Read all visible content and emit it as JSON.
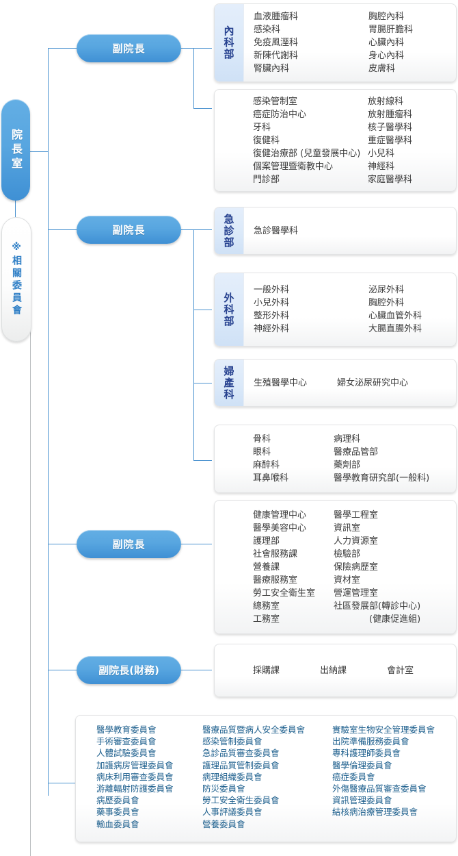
{
  "colors": {
    "pill_blue": "#58a6e0",
    "side_label_blue": "#dbe9f9",
    "side_label_text": "#26418f",
    "connector": "#4a92cf",
    "committee_text": "#1d5f8d",
    "body_text": "#3a3a3a"
  },
  "root": {
    "label": "院長室"
  },
  "committee_node": {
    "label": "※相關委員會"
  },
  "vps": [
    {
      "label": "副院長"
    },
    {
      "label": "副院長"
    },
    {
      "label": "副院長"
    },
    {
      "label": "副院長(財務)"
    }
  ],
  "groups": [
    {
      "side_label": "內科部",
      "columns": [
        [
          "血液腫瘤科",
          "感染科",
          "免疫風溼科",
          "新陳代謝科",
          "腎臟內科"
        ],
        [
          "胸腔內科",
          "胃腸肝膽科",
          "心臟內科",
          "身心內科",
          "皮膚科"
        ]
      ]
    },
    {
      "side_label": "",
      "columns": [
        [
          "感染管制室",
          "癌症防治中心",
          "牙科",
          "復健科",
          "復健治療部 (兒童發展中心)",
          "個案管理暨衛教中心",
          "門診部"
        ],
        [
          "放射線科",
          "放射腫瘤科",
          "核子醫學科",
          "重症醫學科",
          "小兒科",
          "神經科",
          "家庭醫學科"
        ]
      ]
    },
    {
      "side_label": "急診部",
      "columns": [
        [
          "急診醫學科"
        ]
      ]
    },
    {
      "side_label": "外科部",
      "columns": [
        [
          "一般外科",
          "小兒外科",
          "整形外科",
          "神經外科"
        ],
        [
          "泌尿外科",
          "胸腔外科",
          "心臟血管外科",
          "大腸直腸外科"
        ]
      ]
    },
    {
      "side_label": "婦產科",
      "columns": [
        [
          "生殖醫學中心"
        ],
        [
          "婦女泌尿研究中心"
        ]
      ]
    },
    {
      "side_label": "",
      "columns": [
        [
          "骨科",
          "眼科",
          "麻醉科",
          "耳鼻喉科"
        ],
        [
          "病理科",
          "醫療品管部",
          "藥劑部",
          "醫學教育研究部(一般科)"
        ]
      ]
    },
    {
      "side_label": "",
      "columns": [
        [
          "健康管理中心",
          "醫學美容中心",
          "護理部",
          "社會服務課",
          "營養課",
          "醫療服務室",
          "勞工安全衛生室",
          "總務室",
          "工務室"
        ],
        [
          "醫學工程室",
          "資訊室",
          "人力資源室",
          "檢驗部",
          "保險病歷室",
          "資材室",
          "營運管理室",
          "社區發展部(轉診中心)",
          "　　　　(健康促進組)"
        ]
      ]
    },
    {
      "side_label": "",
      "columns": [
        [
          "採購課"
        ],
        [
          "出納課"
        ],
        [
          "會計室"
        ]
      ]
    }
  ],
  "committees": [
    [
      "醫學教育委員會",
      "手術審查委員會",
      "人體試驗委員會",
      "加護病房管理委員會",
      "病床利用審查委員會",
      "游離輻射防護委員會",
      "病歷委員會",
      "藥事委員會",
      "輸血委員會"
    ],
    [
      "醫療品質暨病人安全委員會",
      "感染管制委員會",
      "急診品質審查委員會",
      "護理品質管制委員會",
      "病理組織委員會",
      "防災委員會",
      "勞工安全衛生委員會",
      "人事評議委員會",
      "營養委員會"
    ],
    [
      "實驗室生物安全管理委員會",
      "出院準備服務委員會",
      "專科護理師委員會",
      "醫學倫理委員會",
      "癌症委員會",
      "外傷醫療品質審查委員會",
      "資訊管理委員會",
      "結核病治療管理委員會"
    ]
  ]
}
